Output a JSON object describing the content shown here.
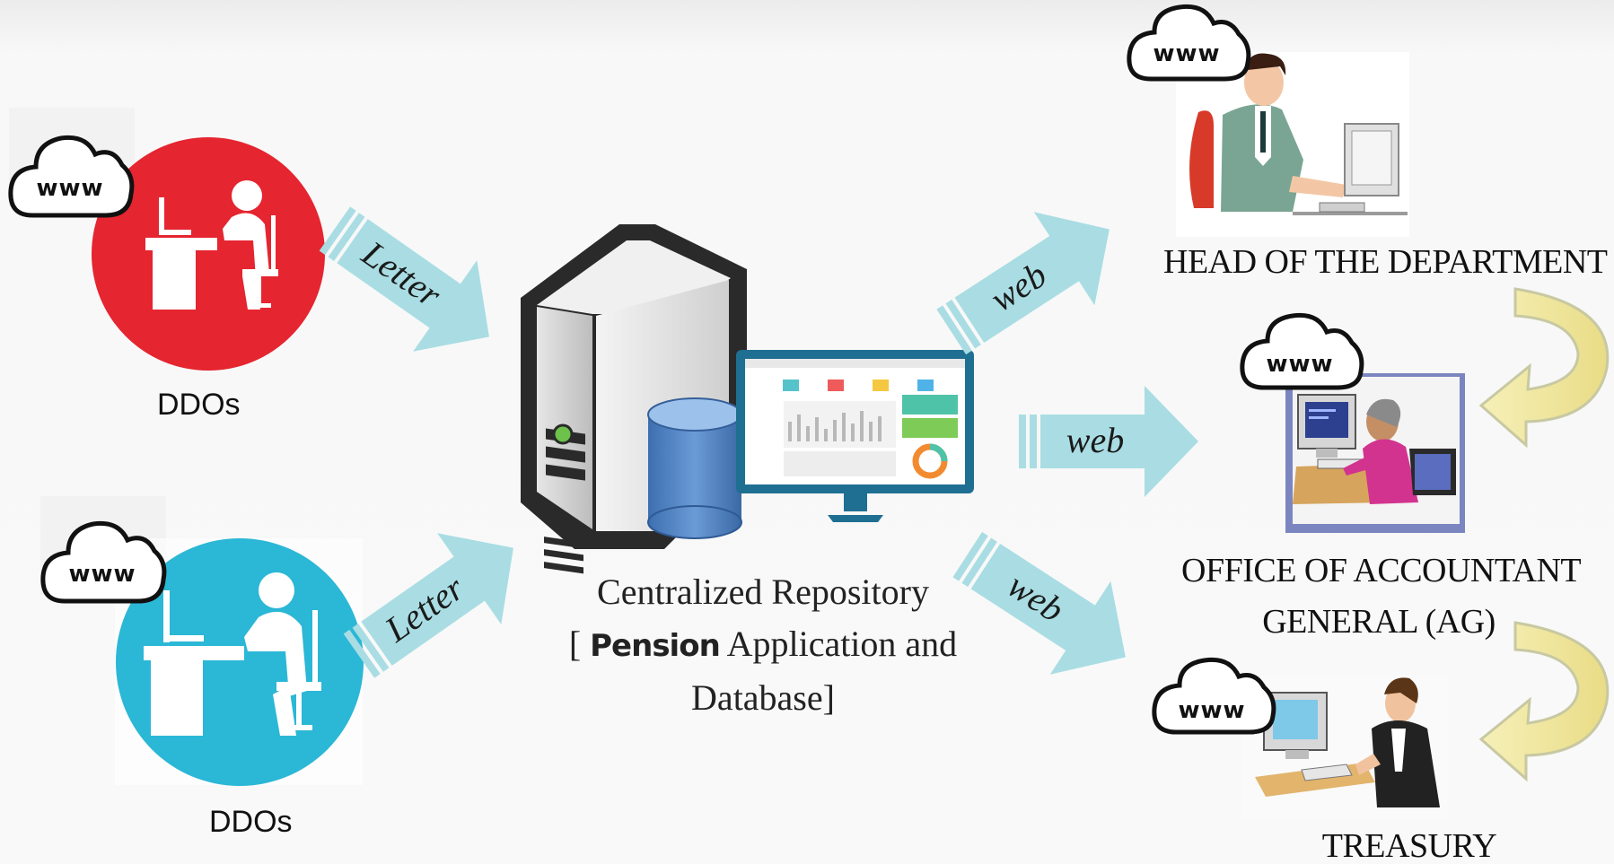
{
  "title": "",
  "ddos": [
    {
      "label": "DDOs",
      "color": "#e52530",
      "cloud_text": "www"
    },
    {
      "label": "DDOs",
      "color": "#2bb7d6",
      "cloud_text": "www"
    }
  ],
  "repository": {
    "line1": "Centralized Repository",
    "line2_prefix": "[ ",
    "line2_bold": "Pension",
    "line2_suffix": " Application and",
    "line3": "Database]"
  },
  "arrows": {
    "ddo_top": "Letter",
    "ddo_bottom": "Letter",
    "to_hod": "web",
    "to_ag": "web",
    "to_treasury": "web"
  },
  "offices": {
    "hod": {
      "label": "HEAD OF THE DEPARTMENT",
      "cloud_text": "www"
    },
    "ag": {
      "label_line1": "OFFICE OF ACCOUNTANT",
      "label_line2": "GENERAL (AG)",
      "cloud_text": "www"
    },
    "treasury": {
      "label": "TREASURY",
      "cloud_text": "www"
    }
  },
  "colors": {
    "arrow_fill": "#a9dde3",
    "curved_arrow_fill": "#f3e9a0",
    "curved_arrow_stroke": "#c8c9a2"
  }
}
